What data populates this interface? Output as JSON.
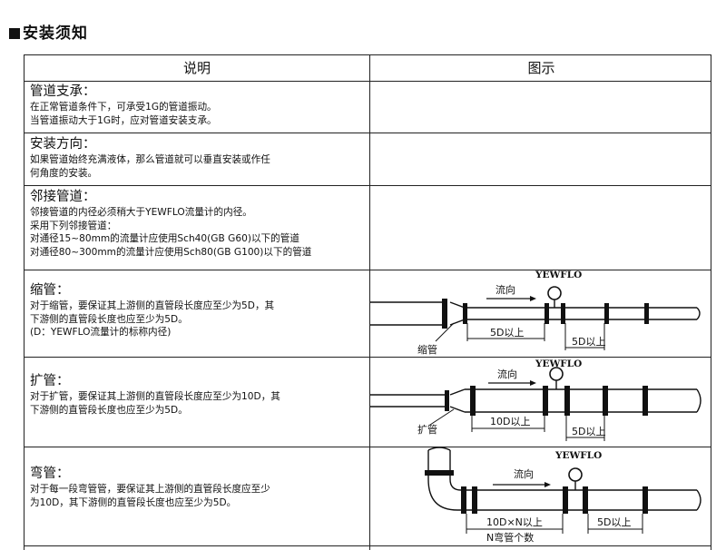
{
  "heading": "安装须知",
  "columns": {
    "left": "说明",
    "right": "图示"
  },
  "rows": [
    {
      "title": "管道支承：",
      "lines": [
        "在正常管道条件下，可承受1G的管道振动。",
        "当管道振动大于1G时，应对管道安装支承。"
      ]
    },
    {
      "title": "安装方向：",
      "lines": [
        "如果管道始终充满液体，那么管道就可以垂直安装或作任",
        "何角度的安装。"
      ]
    },
    {
      "title": "邻接管道：",
      "lines": [
        "邻接管道的内径必须稍大于YEWFLO流量计的内径。",
        "采用下列邻接管道：",
        "对通径15~80mm的流量计应使用Sch40(GB G60)以下的管道",
        "对通径80~300mm的流量计应使用Sch80(GB G100)以下的管道"
      ]
    },
    {
      "title": "缩管：",
      "lines": [
        "对于缩管，要保证其上游侧的直管段长度应至少为5D，其",
        "下游侧的直管段长度也应至少为5D。",
        "(D：YEWFLO流量计的标称内径)"
      ]
    },
    {
      "title": "扩管：",
      "lines": [
        "对于扩管，要保证其上游侧的直管段长度应至少为10D，其",
        "下游侧的直管段长度也应至少为5D。"
      ]
    },
    {
      "title": "弯管：",
      "lines": [
        "对于每一段弯管管，要保证其上游侧的直管段长度应至少",
        "为10D，其下游侧的直管段长度也应至少为5D。"
      ]
    }
  ],
  "figures": {
    "reducer": {
      "meter": "YEWFLO",
      "flow": "流向",
      "upstream": "5D以上",
      "downstream": "5D以上",
      "part": "缩管"
    },
    "expander": {
      "meter": "YEWFLO",
      "flow": "流向",
      "upstream": "10D以上",
      "downstream": "5D以上",
      "part": "扩管"
    },
    "elbow": {
      "meter": "YEWFLO",
      "flow": "流向",
      "upstream": "10D×N以上",
      "downstream": "5D以上",
      "count": "N弯管个数"
    }
  }
}
